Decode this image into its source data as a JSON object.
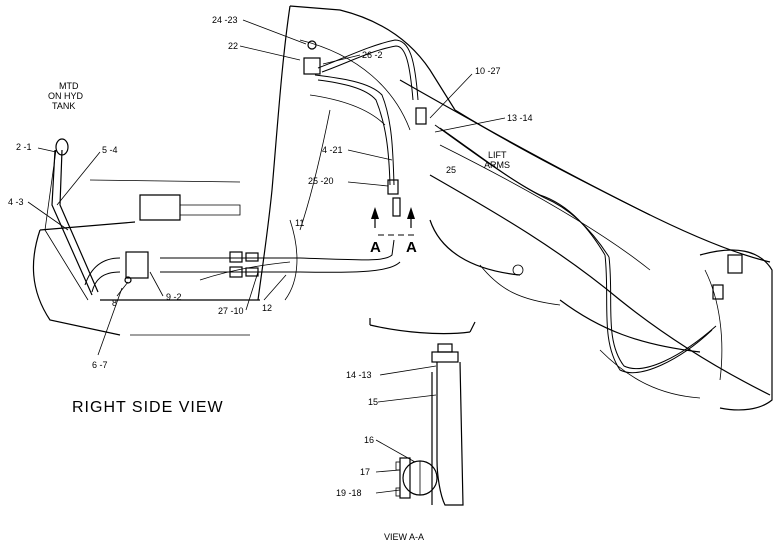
{
  "view_title": "RIGHT SIDE VIEW",
  "detail_title": "VIEW  A-A",
  "notes": {
    "mtd": [
      "MTD",
      "ON HYD",
      "TANK"
    ],
    "lift_arms": [
      "LIFT",
      "ARMS"
    ]
  },
  "section_letter": "A",
  "callouts": [
    "24 -23",
    "22",
    "26 -2",
    "10 -27",
    "13 -14",
    "4 -21",
    "25",
    "25 -20",
    "2 -1",
    "5 -4",
    "4 -3",
    "11",
    "27 -10",
    "12",
    "8",
    "9 -2",
    "6 -7",
    "14 -13",
    "15",
    "16",
    "17",
    "19 -18"
  ]
}
